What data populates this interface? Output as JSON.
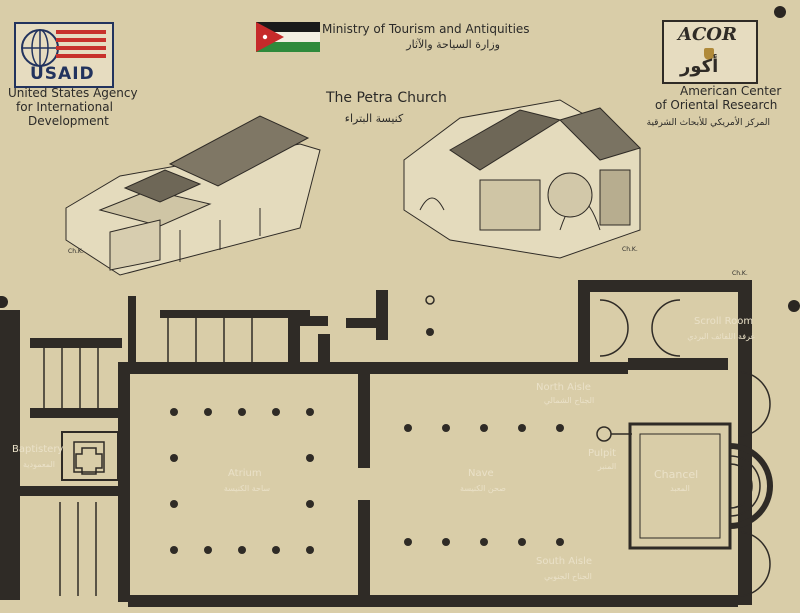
{
  "header": {
    "usaid": {
      "logo_text": "USAID",
      "name_lines": [
        "United States Agency",
        "for International",
        "Development"
      ]
    },
    "ministry": {
      "name_en": "Ministry of Tourism and Antiquities",
      "name_ar": "وزارة السياحة والآثار"
    },
    "acor": {
      "logo_en": "ACOR",
      "logo_ar": "أكور",
      "name_lines": [
        "American Center",
        "of Oriental Research"
      ],
      "name_ar": "المركز الأمريكي للأبحاث الشرقية"
    }
  },
  "title": {
    "en": "The Petra Church",
    "ar": "كنيسة البتراء"
  },
  "drawings": {
    "credit_left": "Ch.K.",
    "credit_right": "Ch.K.",
    "credit_plan": "Ch.K."
  },
  "rooms": {
    "scroll_room": {
      "en": "Scroll Room",
      "ar": "غرفة اللفائف البردي"
    },
    "north_aisle": {
      "en": "North Aisle",
      "ar": "الجناح الشمالي"
    },
    "baptistery": {
      "en": "Baptistery",
      "ar": "المعمودية"
    },
    "atrium": {
      "en": "Atrium",
      "ar": "ساحة الكنيسة"
    },
    "nave": {
      "en": "Nave",
      "ar": "صحن الكنيسة"
    },
    "pulpit": {
      "en": "Pulpit",
      "ar": "المنبر"
    },
    "chancel": {
      "en": "Chancel",
      "ar": "المعبد"
    },
    "south_aisle": {
      "en": "South Aisle",
      "ar": "الجناح الجنوبي"
    }
  },
  "colors": {
    "board": "#d9cda8",
    "wall": "#2f2b26",
    "usaid_red": "#c8312b",
    "usaid_blue": "#22335e",
    "flag_black": "#1a1a1a",
    "flag_green": "#2f8a3b",
    "flag_red": "#c62a2a"
  }
}
